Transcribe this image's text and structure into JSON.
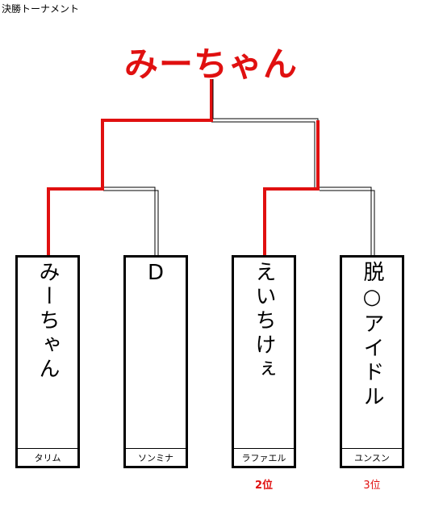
{
  "page_title": "決勝トーナメント",
  "champion": "みーちゃん",
  "colors": {
    "winner_line": "#e01010",
    "loser_line": "#000000",
    "accent": "#e01010"
  },
  "entrants": [
    {
      "name": "みーちゃん",
      "team": "タリム",
      "place": ""
    },
    {
      "name": "D",
      "team": "ソンミナ",
      "place": ""
    },
    {
      "name": "えいちけぇ",
      "team": "ラファエル",
      "place": "2位"
    },
    {
      "name": "脱○アイドル",
      "team": "ユンスン",
      "place": "3位"
    }
  ]
}
